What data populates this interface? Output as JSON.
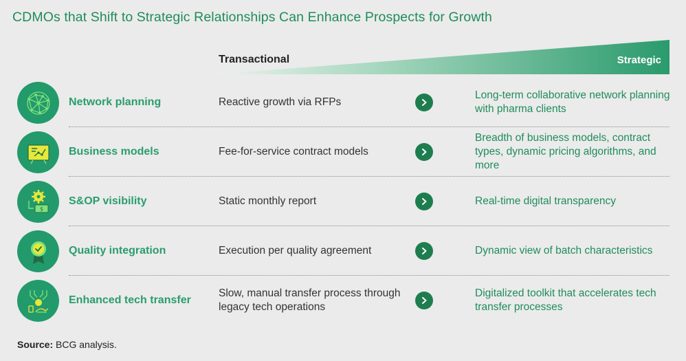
{
  "title": "CDMOs that Shift to Strategic Relationships Can Enhance Prospects for Growth",
  "header": {
    "left": "Transactional",
    "right": "Strategic"
  },
  "rows": [
    {
      "icon": "network-globe-icon",
      "label": "Network planning",
      "transactional": "Reactive growth via RFPs",
      "strategic": "Long-term collaborative network planning with pharma clients"
    },
    {
      "icon": "business-board-icon",
      "label": "Business models",
      "transactional": "Fee-for-service contract models",
      "strategic": "Breadth of business models, contract types, dynamic pricing algorithms, and more"
    },
    {
      "icon": "gear-cash-icon",
      "label": "S&OP visibility",
      "transactional": "Static monthly report",
      "strategic": "Real-time digital transparency"
    },
    {
      "icon": "quality-ribbon-icon",
      "label": "Quality integration",
      "transactional": "Execution per quality agreement",
      "strategic": "Dynamic view of batch characteristics"
    },
    {
      "icon": "circuit-hand-icon",
      "label": "Enhanced tech transfer",
      "transactional": "Slow, manual transfer process through legacy tech operations",
      "strategic": "Digitalized toolkit that accelerates tech transfer processes"
    }
  ],
  "source": {
    "prefix": "Source:",
    "text": "BCG analysis."
  },
  "colors": {
    "accent": "#1f8c5c",
    "icon_bg": "#239a6c",
    "arrow_bg": "#1e7d4f",
    "wedge_light": "#e2efe8",
    "wedge_dark": "#2f9a70"
  }
}
